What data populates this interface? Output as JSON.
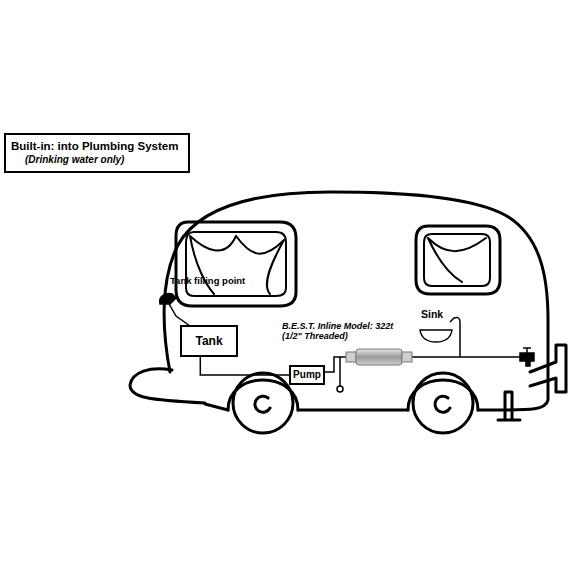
{
  "diagram": {
    "nodes": [
      {
        "text": [
          "Built-in: into Plumbing System",
          "(Drinking water only)"
        ]
      },
      {
        "text": [
          "Tank"
        ]
      },
      {
        "text": [
          "Pump"
        ]
      }
    ],
    "edges": [
      {
        "from": 1,
        "to": 2,
        "arrow": "none"
      }
    ],
    "labels": [
      "Tank filling point",
      "B.E.S.T. Inline Model: 322t (1/2\" Threaded)",
      "Sink"
    ]
  }
}
